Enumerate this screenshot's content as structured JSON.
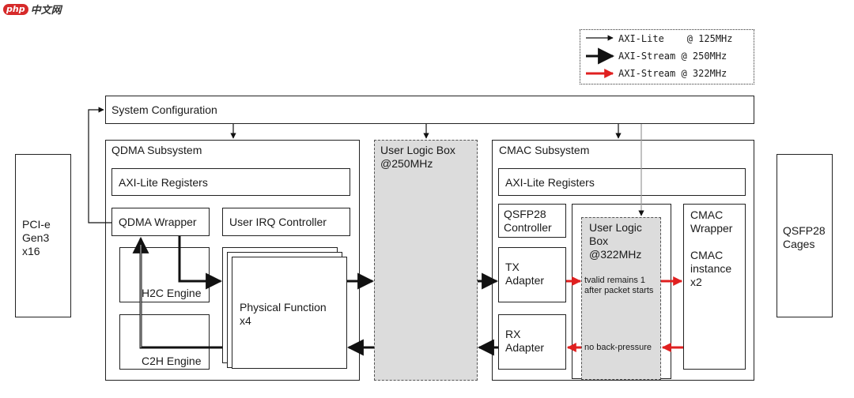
{
  "watermark": {
    "badge": "php",
    "text": "中文网"
  },
  "legend": {
    "items": [
      {
        "label": "AXI-Lite    @ 125MHz",
        "color": "#111111"
      },
      {
        "label": "AXI-Stream @ 250MHz",
        "color": "#111111"
      },
      {
        "label": "AXI-Stream @ 322MHz",
        "color": "#e02020"
      }
    ]
  },
  "blocks": {
    "pcie": "PCI-e\nGen3\nx16",
    "qsfp": "QSFP28\nCages",
    "system_config": "System Configuration",
    "qdma_subsystem": "QDMA Subsystem",
    "qdma_axi_lite": "AXI-Lite Registers",
    "qdma_wrapper": "QDMA Wrapper",
    "user_irq": "User IRQ Controller",
    "h2c": "H2C Engine",
    "c2h": "C2H Engine",
    "physical_function": "Physical Function\nx4",
    "user_logic_250": "User Logic Box\n@250MHz",
    "cmac_subsystem": "CMAC Subsystem",
    "cmac_axi_lite": "AXI-Lite Registers",
    "qsfp_controller": "QSFP28\nController",
    "tx_adapter": "TX\nAdapter",
    "rx_adapter": "RX\nAdapter",
    "user_logic_322": "User Logic\nBox\n@322MHz",
    "tvalid_note": "tvalid remains 1\nafter packet starts",
    "backpressure_note": "no back-pressure",
    "cmac_wrapper": "CMAC\nWrapper",
    "cmac_instance": "CMAC\ninstance\nx2"
  },
  "colors": {
    "red_stream": "#e02020",
    "gray_box": "#dcdcdc"
  }
}
